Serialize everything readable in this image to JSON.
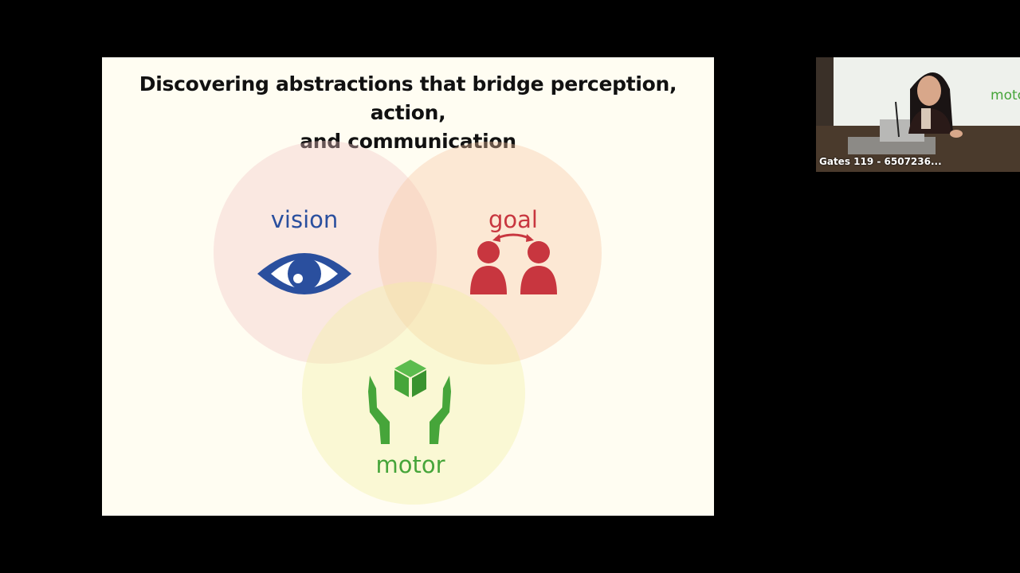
{
  "slide": {
    "title_line1": "Discovering abstractions that bridge perception, action,",
    "title_line2": "and communication",
    "labels": {
      "vision": "vision",
      "goal": "goal",
      "motor": "motor"
    },
    "icons": {
      "vision": "eye-icon",
      "goal": "two-people-exchange-icon",
      "motor": "hands-holding-cube-icon"
    }
  },
  "participant": {
    "name": "Gates 119 - 6507236...",
    "screen_text": "motc"
  },
  "colors": {
    "background": "#000000",
    "slide_bg": "#fffdf2",
    "vision": "#2a4f9e",
    "goal": "#c8363f",
    "motor": "#46a53a",
    "title": "#111111"
  }
}
